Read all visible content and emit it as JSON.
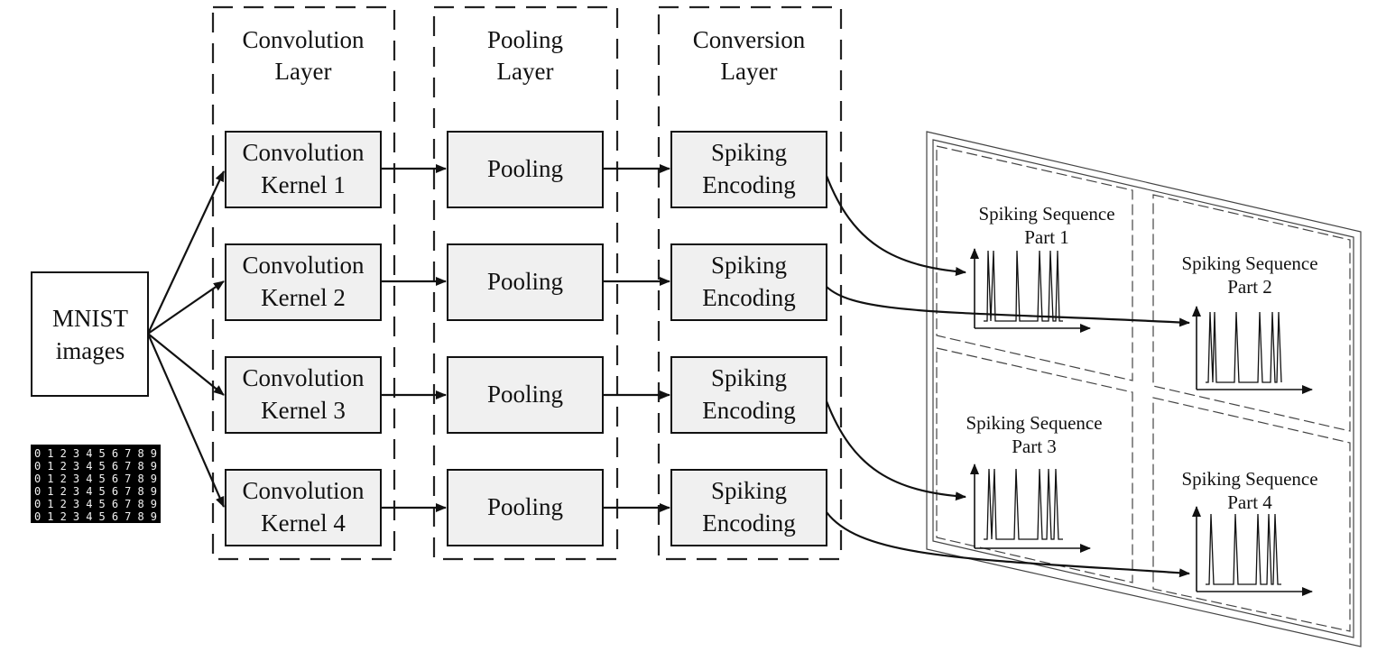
{
  "input": {
    "label_line1": "MNIST",
    "label_line2": "images",
    "digit_rows": [
      "0123456789",
      "0123456789",
      "0123456789",
      "0123456789",
      "0123456789",
      "0123456789"
    ]
  },
  "columns": [
    {
      "title_line1": "Convolution",
      "title_line2": "Layer"
    },
    {
      "title_line1": "Pooling",
      "title_line2": "Layer"
    },
    {
      "title_line1": "Conversion",
      "title_line2": "Layer"
    }
  ],
  "conv_kernels": [
    {
      "line1": "Convolution",
      "line2": "Kernel 1"
    },
    {
      "line1": "Convolution",
      "line2": "Kernel 2"
    },
    {
      "line1": "Convolution",
      "line2": "Kernel 3"
    },
    {
      "line1": "Convolution",
      "line2": "Kernel 4"
    }
  ],
  "pooling": [
    {
      "label": "Pooling"
    },
    {
      "label": "Pooling"
    },
    {
      "label": "Pooling"
    },
    {
      "label": "Pooling"
    }
  ],
  "encoders": [
    {
      "line1": "Spiking",
      "line2": "Encoding"
    },
    {
      "line1": "Spiking",
      "line2": "Encoding"
    },
    {
      "line1": "Spiking",
      "line2": "Encoding"
    },
    {
      "line1": "Spiking",
      "line2": "Encoding"
    }
  ],
  "sequences": [
    {
      "line1": "Spiking Sequence",
      "line2": "Part 1"
    },
    {
      "line1": "Spiking Sequence",
      "line2": "Part 2"
    },
    {
      "line1": "Spiking Sequence",
      "line2": "Part 3"
    },
    {
      "line1": "Spiking Sequence",
      "line2": "Part 4"
    }
  ]
}
